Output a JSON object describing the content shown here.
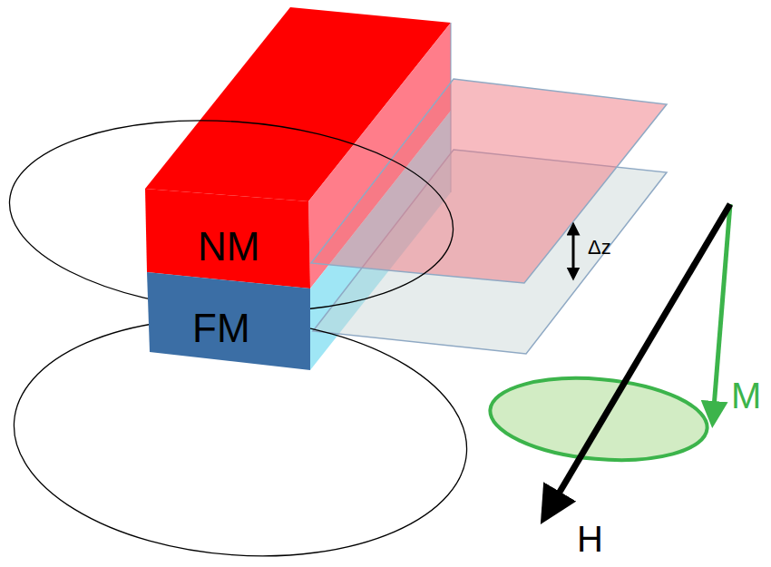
{
  "diagram": {
    "nodes": [
      {
        "text": [
          "NM"
        ]
      },
      {
        "text": [
          "FM"
        ]
      }
    ],
    "labels": [
      "Δz",
      "M",
      "H"
    ]
  }
}
